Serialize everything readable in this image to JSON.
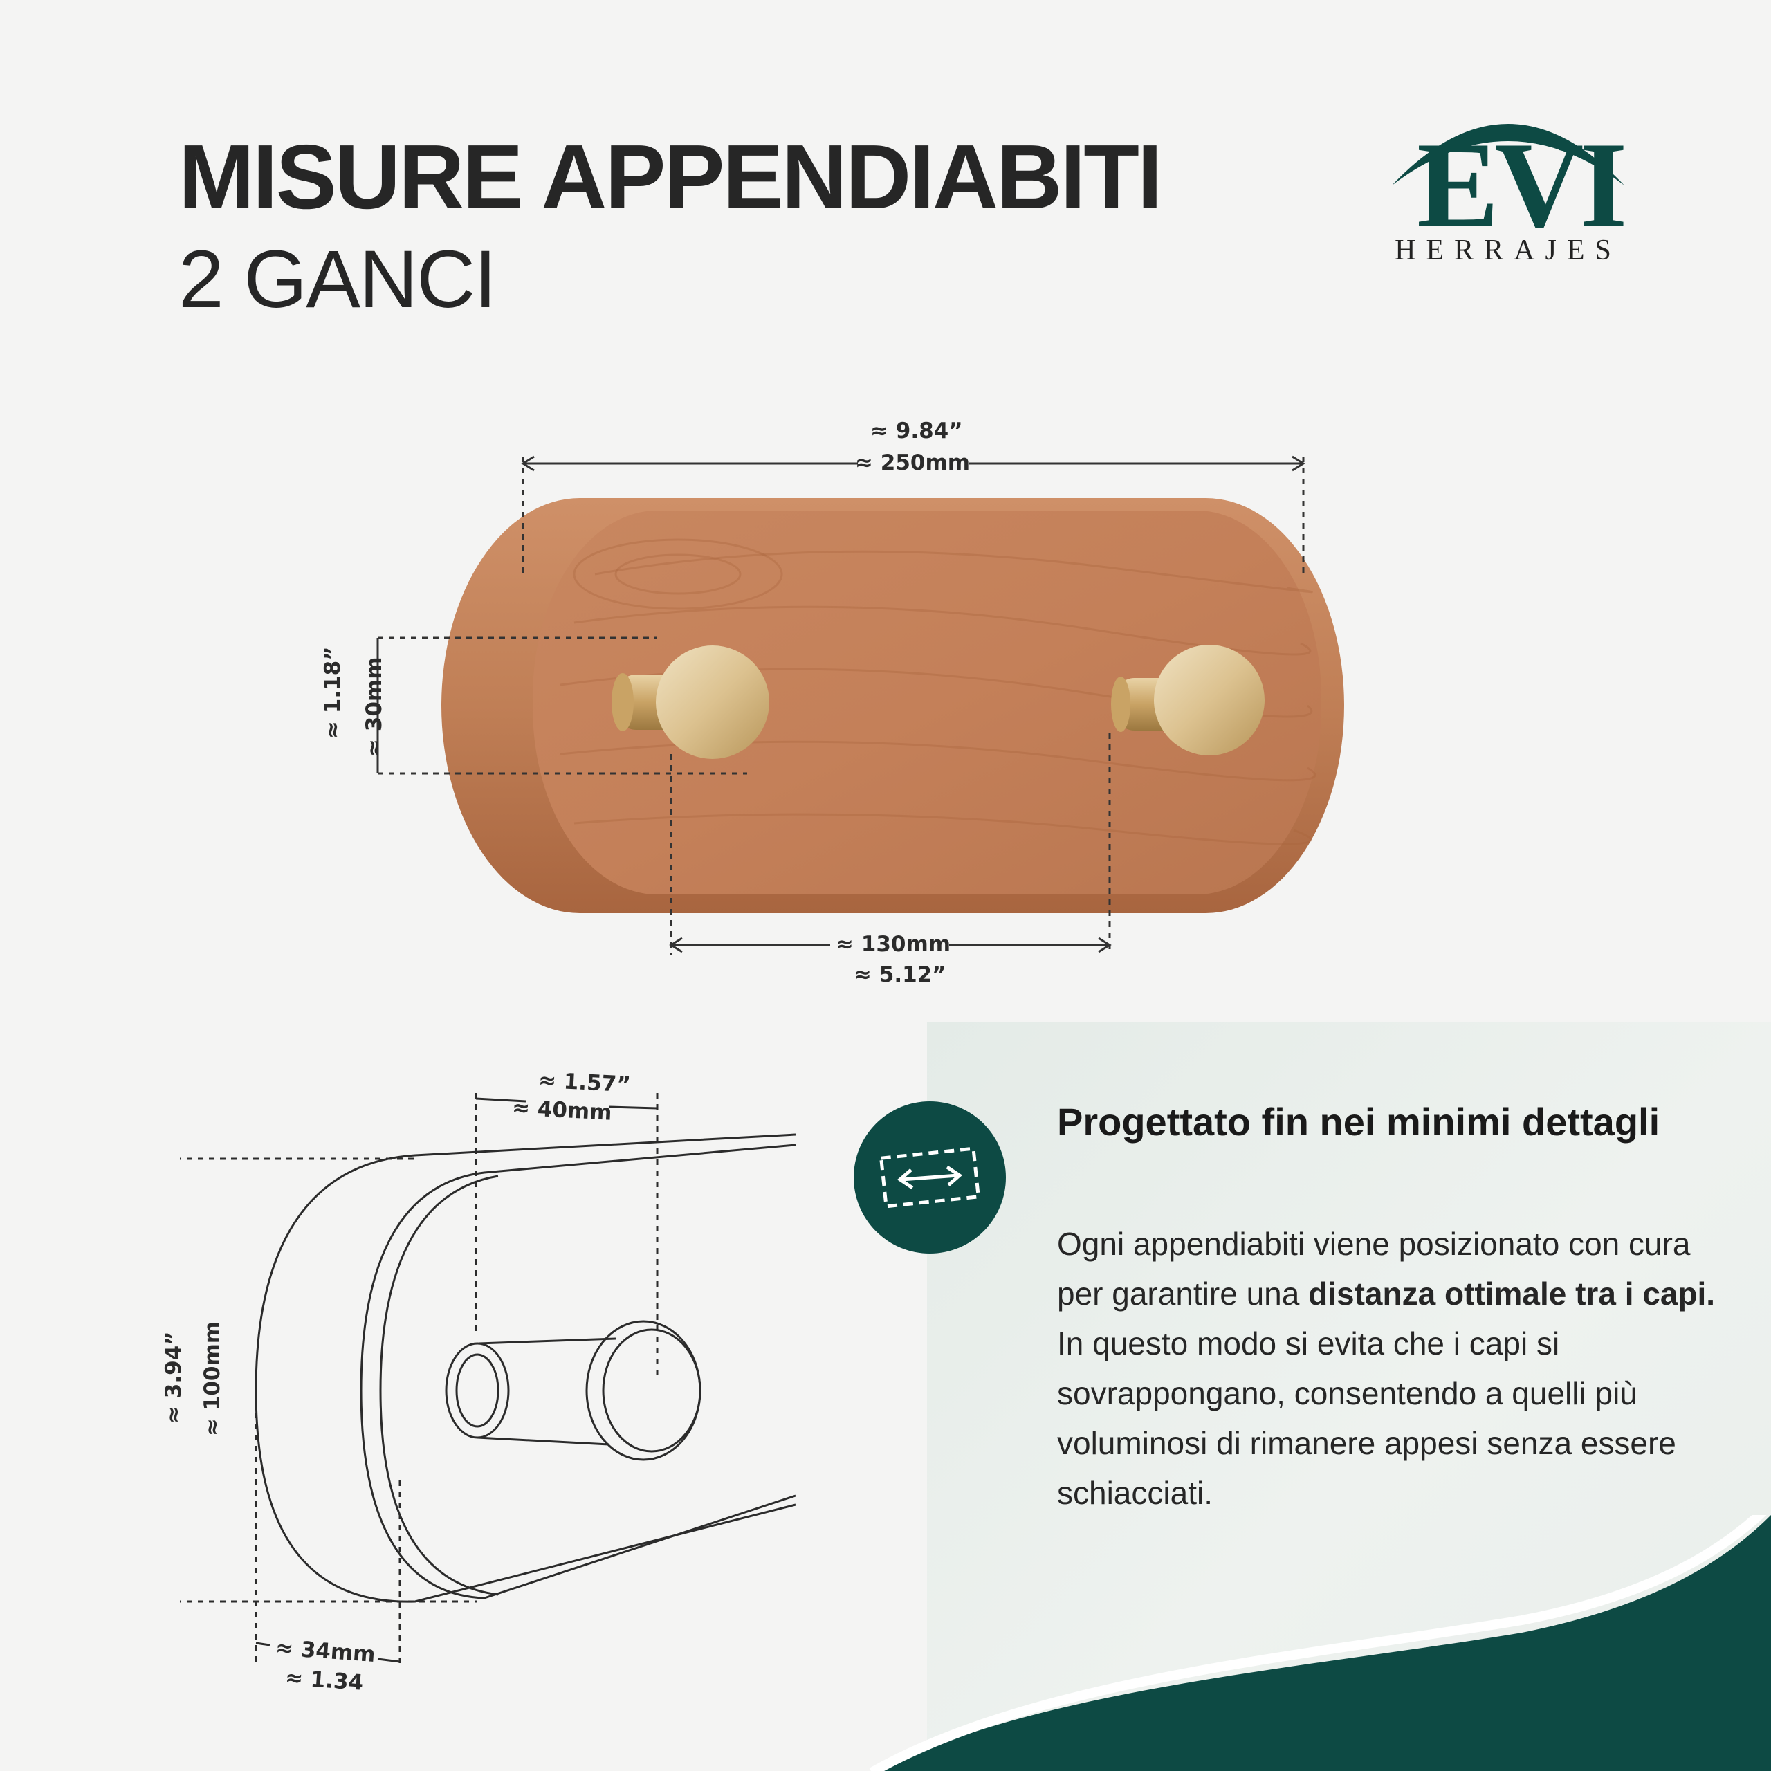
{
  "header": {
    "title": "MISURE APPENDIABITI",
    "subtitle": "2 GANCI"
  },
  "logo": {
    "mark": "EVI",
    "wordmark": "HERRAJES"
  },
  "dimensions": {
    "total_length_in": "≈ 9.84”",
    "total_length_mm": "≈ 250mm",
    "hook_height_in": "≈ 1.18”",
    "hook_height_mm": "≈ 30mm",
    "hook_spacing_mm": "≈ 130mm",
    "hook_spacing_in": "≈ 5.12”",
    "side_hook_in": "≈ 1.57”",
    "side_hook_mm": "≈ 40mm",
    "side_height_in": "≈ 3.94”",
    "side_height_mm": "≈ 100mm",
    "side_depth_mm": "≈ 34mm",
    "side_depth_in": "≈ 1.34"
  },
  "info": {
    "icon": "measure-arrows-icon",
    "heading": "Progettato fin nei minimi dettagli",
    "p1_pre": "Ogni appendiabiti viene posizionato con cura per garantire una ",
    "p1_bold": "distanza ottimale tra i capi.",
    "p2": "In questo modo si evita che i capi si sovrappongano, consentendo a quelli più voluminosi di rimanere appesi senza essere schiacciati."
  },
  "colors": {
    "brand": "#0d4a44",
    "wood": "#c07f56",
    "brass": "#d8bd8a",
    "background": "#f4f4f3"
  }
}
